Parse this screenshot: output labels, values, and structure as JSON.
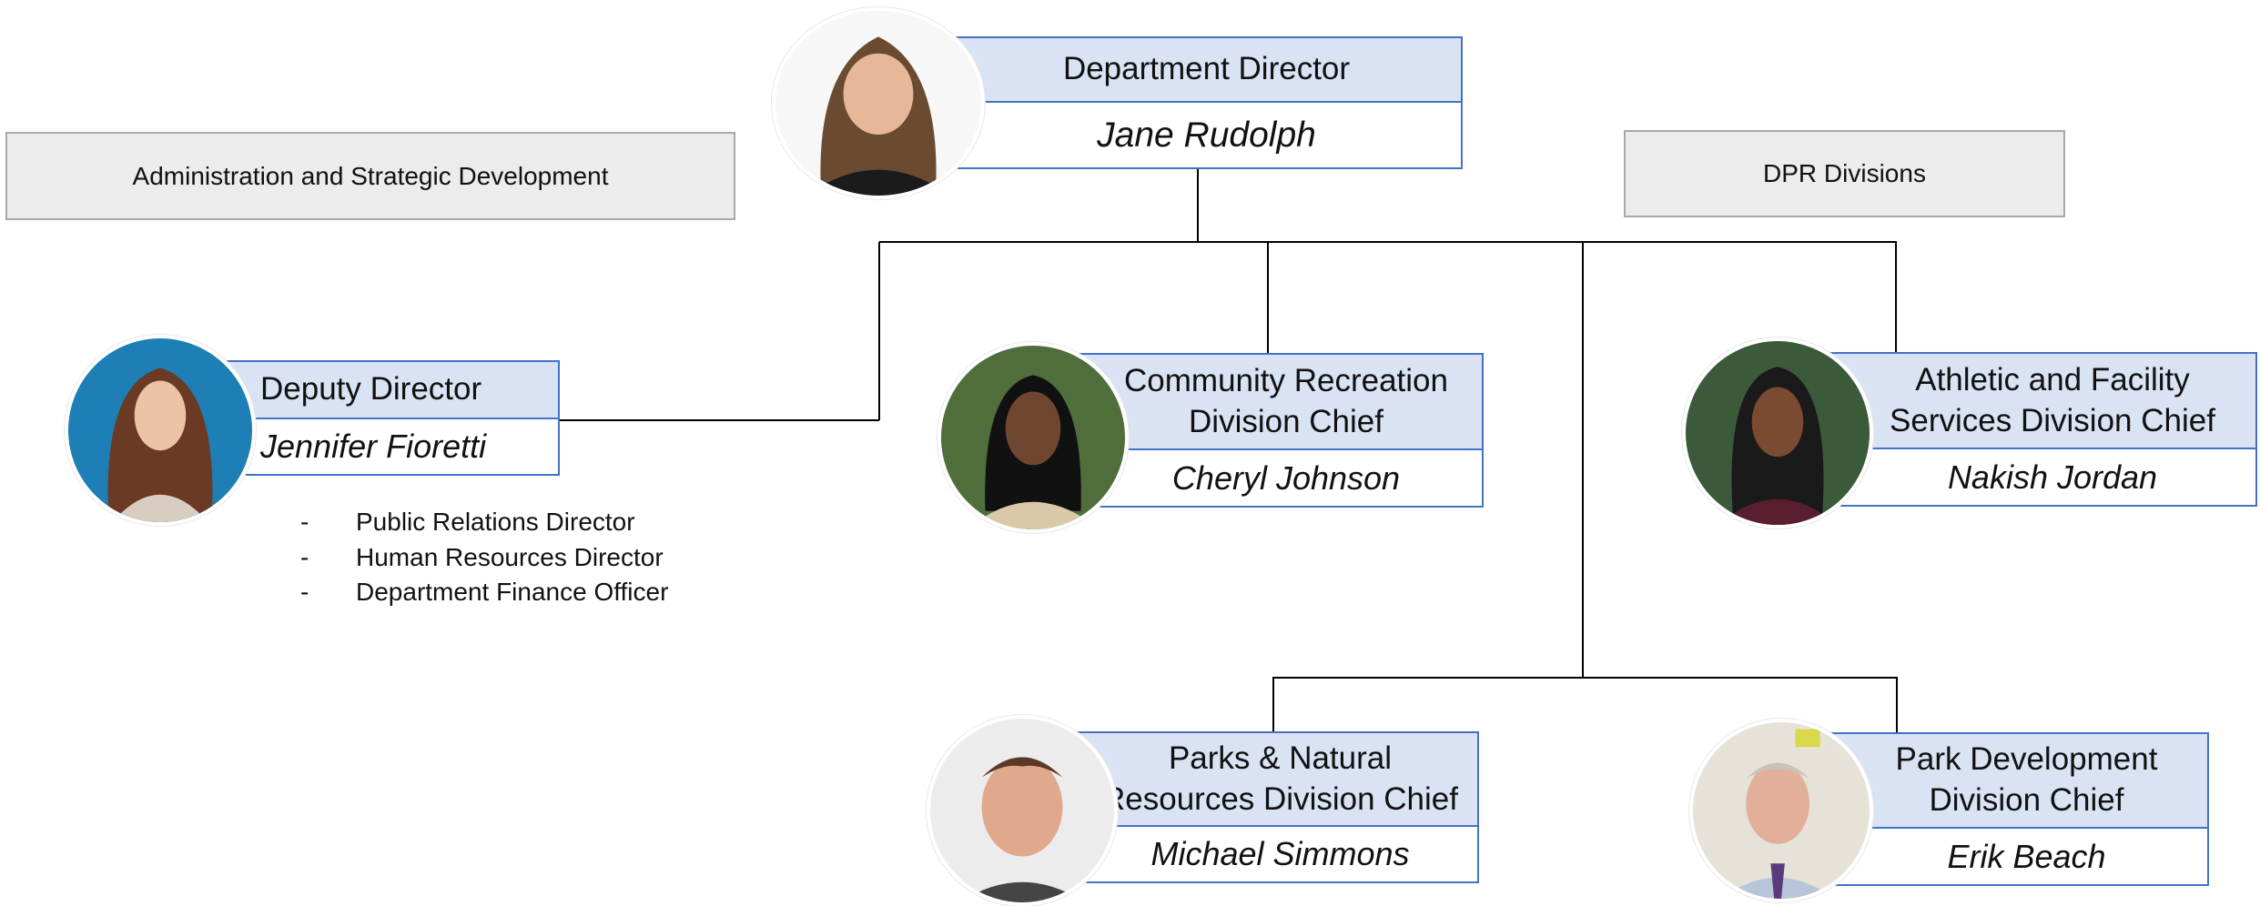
{
  "left_header": "Administration and Strategic Development",
  "right_header": "DPR Divisions",
  "director": {
    "title": "Department Director",
    "name": "Jane Rudolph"
  },
  "deputy": {
    "title": "Deputy Director",
    "name": "Jennifer Fioretti",
    "reports": [
      "Public Relations Director",
      "Human Resources Director",
      "Department Finance Officer"
    ]
  },
  "community": {
    "title_lines": [
      "Community Recreation",
      "Division Chief"
    ],
    "name": "Cheryl Johnson"
  },
  "athletic": {
    "title_lines": [
      "Athletic and Facility",
      "Services Division Chief"
    ],
    "name": "Nakish Jordan"
  },
  "parks": {
    "title_lines": [
      "Parks & Natural",
      "Resources Division Chief"
    ],
    "name": "Michael Simmons"
  },
  "development": {
    "title_lines": [
      "Park Development",
      "Division Chief"
    ],
    "name": "Erik Beach"
  },
  "colors": {
    "title_fill": "#dae3f3",
    "border": "#4472c4",
    "header_fill": "#ececec",
    "line": "#000000"
  }
}
